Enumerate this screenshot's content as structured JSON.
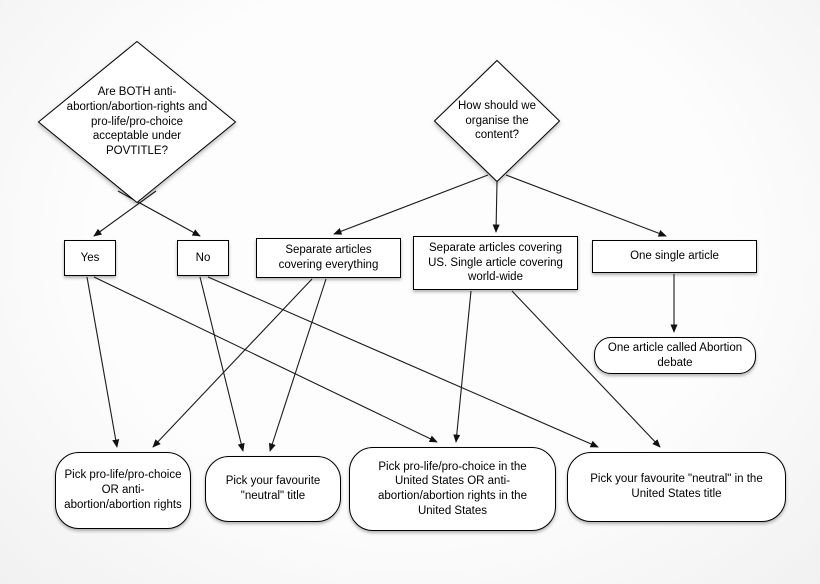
{
  "nodes": {
    "povtitle_question": {
      "label": "Are BOTH anti-abortion/abortion-rights and pro-life/pro-choice acceptable under POVTITLE?"
    },
    "organise_question": {
      "label": "How should we organise the content?"
    },
    "yes": {
      "label": "Yes"
    },
    "no": {
      "label": "No"
    },
    "separate_everything": {
      "label": "Separate articles covering everything"
    },
    "separate_us": {
      "label": "Separate articles covering US. Single article covering world-wide"
    },
    "one_single": {
      "label": "One single article"
    },
    "abortion_debate": {
      "label": "One article called Abortion debate"
    },
    "pick_prolife": {
      "label": "Pick pro-life/pro-choice OR anti-abortion/abortion rights"
    },
    "pick_neutral": {
      "label": "Pick your favourite \"neutral\" title"
    },
    "pick_prolife_us": {
      "label": "Pick pro-life/pro-choice in the United States OR anti-abortion/abortion rights in the United States"
    },
    "pick_neutral_us": {
      "label": "Pick your favourite \"neutral\" in the United States title"
    }
  },
  "edges": [
    {
      "from": "povtitle_question",
      "to": "yes"
    },
    {
      "from": "povtitle_question",
      "to": "no"
    },
    {
      "from": "organise_question",
      "to": "separate_everything"
    },
    {
      "from": "organise_question",
      "to": "separate_us"
    },
    {
      "from": "organise_question",
      "to": "one_single"
    },
    {
      "from": "one_single",
      "to": "abortion_debate"
    },
    {
      "from": "yes",
      "to": "pick_prolife"
    },
    {
      "from": "yes",
      "to": "pick_prolife_us"
    },
    {
      "from": "no",
      "to": "pick_neutral"
    },
    {
      "from": "no",
      "to": "pick_neutral_us"
    },
    {
      "from": "separate_everything",
      "to": "pick_prolife"
    },
    {
      "from": "separate_everything",
      "to": "pick_neutral"
    },
    {
      "from": "separate_us",
      "to": "pick_prolife_us"
    },
    {
      "from": "separate_us",
      "to": "pick_neutral_us"
    }
  ],
  "colors": {
    "background": "#f7f7f7",
    "node_fill": "#ffffff",
    "node_stroke": "#000000",
    "text": "#000000"
  }
}
